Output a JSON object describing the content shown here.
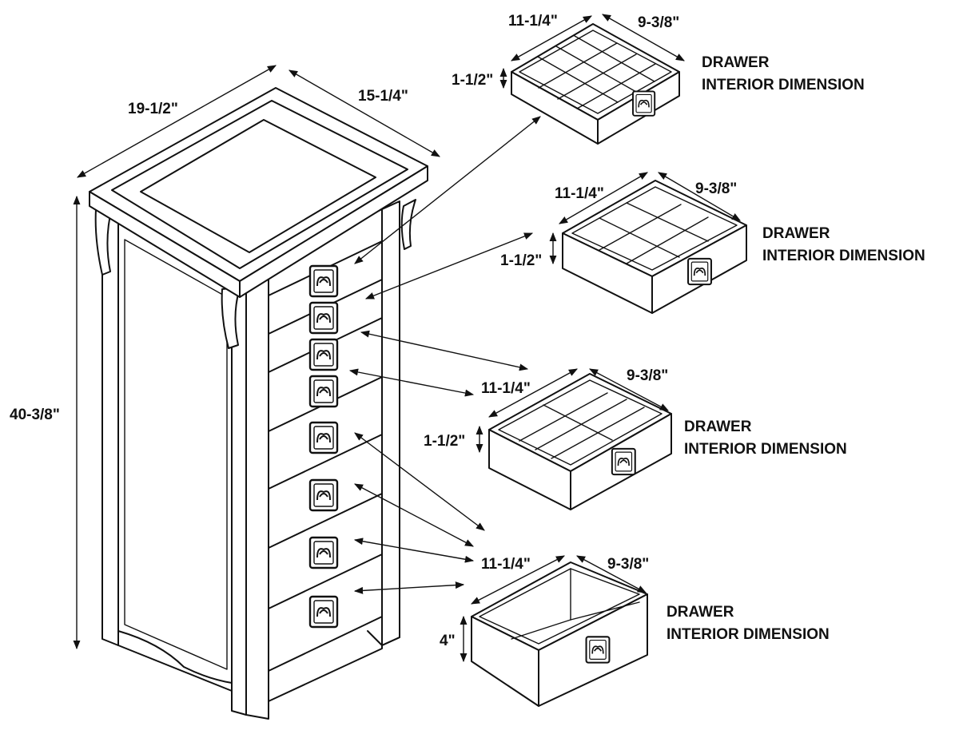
{
  "cabinet": {
    "width": "19-1/2\"",
    "depth": "15-1/4\"",
    "height": "40-3/8\""
  },
  "drawers": [
    {
      "width": "11-1/4\"",
      "depth": "9-3/8\"",
      "height": "1-1/2\"",
      "label_line1": "DRAWER",
      "label_line2": "INTERIOR DIMENSION"
    },
    {
      "width": "11-1/4\"",
      "depth": "9-3/8\"",
      "height": "1-1/2\"",
      "label_line1": "DRAWER",
      "label_line2": "INTERIOR DIMENSION"
    },
    {
      "width": "11-1/4\"",
      "depth": "9-3/8\"",
      "height": "1-1/2\"",
      "label_line1": "DRAWER",
      "label_line2": "INTERIOR DIMENSION"
    },
    {
      "width": "11-1/4\"",
      "depth": "9-3/8\"",
      "height": "4\"",
      "label_line1": "DRAWER",
      "label_line2": "INTERIOR DIMENSION"
    }
  ]
}
